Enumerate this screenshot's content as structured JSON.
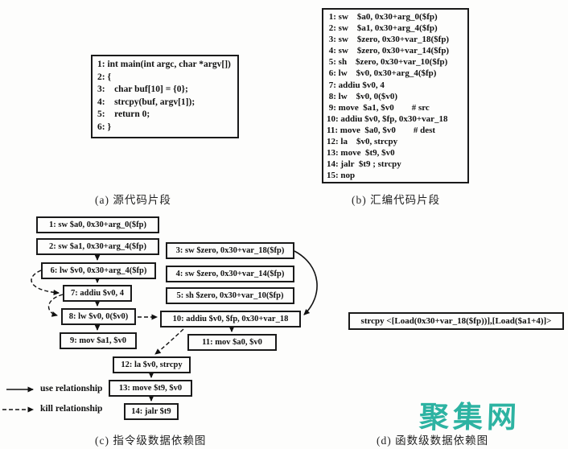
{
  "panel_a": {
    "caption": "(a) 源代码片段",
    "lines": [
      "1: int main(int argc, char *argv[])",
      "2: {",
      "3:    char buf[10] = {0};",
      "4:    strcpy(buf, argv[1]);",
      "5:    return 0;",
      "6: }"
    ]
  },
  "panel_b": {
    "caption": "(b) 汇编代码片段",
    "lines": [
      " 1: sw    $a0, 0x30+arg_0($fp)",
      " 2: sw    $a1, 0x30+arg_4($fp)",
      " 3: sw    $zero, 0x30+var_18($fp)",
      " 4: sw    $zero, 0x30+var_14($fp)",
      " 5: sh    $zero, 0x30+var_10($fp)",
      " 6: lw    $v0, 0x30+arg_4($fp)",
      " 7: addiu $v0, 4",
      " 8: lw    $v0, 0($v0)",
      " 9: move  $a1, $v0        # src",
      "10: addiu $v0, $fp, 0x30+var_18",
      "11: move  $a0, $v0        # dest",
      "12: la    $v0, strcpy",
      "13: move  $t9, $v0",
      "14: jalr  $t9 ; strcpy",
      "15: nop"
    ]
  },
  "panel_c": {
    "caption": "(c) 指令级数据依赖图",
    "legend": {
      "use": "use relationship",
      "kill": "kill relationship"
    },
    "nodes": {
      "n1": "1: sw $a0, 0x30+arg_0($fp)",
      "n2": "2: sw $a1, 0x30+arg_4($fp)",
      "n3": "3: sw $zero, 0x30+var_18($fp)",
      "n4": "4: sw $zero, 0x30+var_14($fp)",
      "n5": "5: sh $zero, 0x30+var_10($fp)",
      "n6": "6: lw $v0, 0x30+arg_4($fp)",
      "n7": "7: addiu $v0, 4",
      "n8": "8: lw $v0, 0($v0)",
      "n9": "9: mov $a1, $v0",
      "n10": "10: addiu $v0, $fp, 0x30+var_18",
      "n11": "11: mov $a0, $v0",
      "n12": "12: la $v0, strcpy",
      "n13": "13: move $t9, $v0",
      "n14": "14: jalr $t9"
    }
  },
  "panel_d": {
    "caption": "(d) 函数级数据依赖图",
    "node": "strcpy <[Load(0x30+var_18($fp))],[Load($a1+4)]>"
  },
  "watermark": {
    "text": "聚集网",
    "color": "#2db3a2"
  }
}
